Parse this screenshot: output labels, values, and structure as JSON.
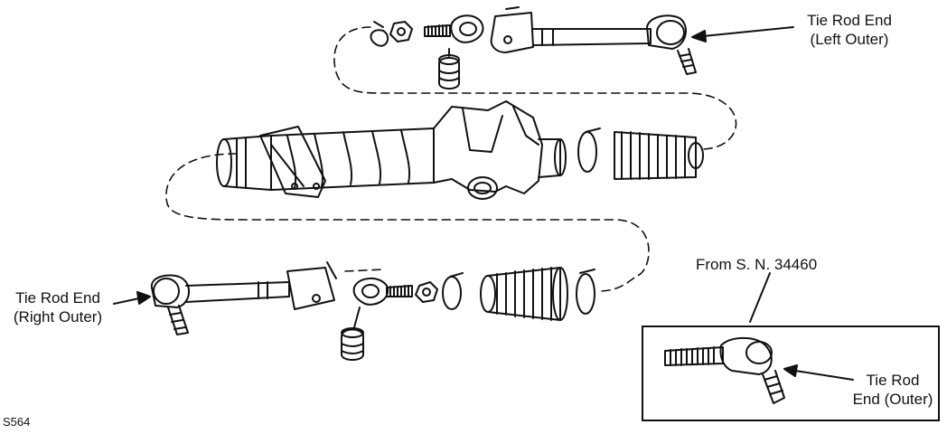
{
  "labels": {
    "left_outer_line1": "Tie Rod End",
    "left_outer_line2": "(Left Outer)",
    "right_outer_line1": "Tie Rod End",
    "right_outer_line2": "(Right Outer)",
    "serial_note": "From S. N. 34460",
    "inset_line1": "Tie Rod",
    "inset_line2": "End (Outer)"
  },
  "figure_code": "S564"
}
